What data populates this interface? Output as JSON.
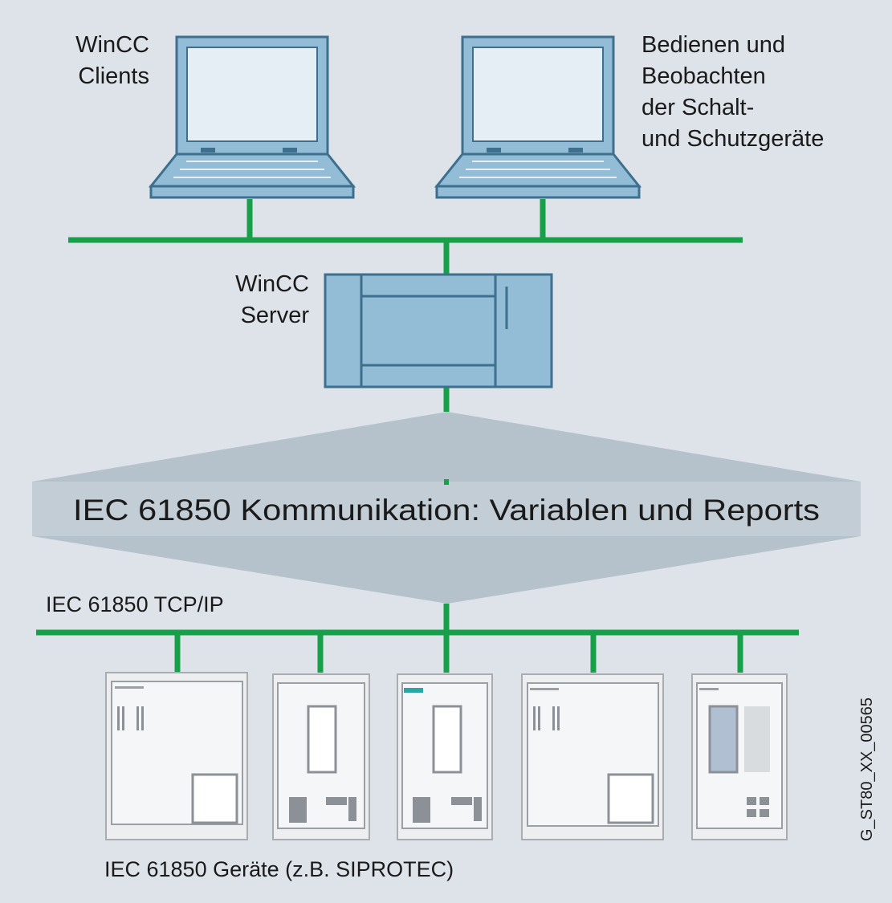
{
  "labels": {
    "wincc_clients_line1": "WinCC",
    "wincc_clients_line2": "Clients",
    "operate_line1": "Bedienen und",
    "operate_line2": "Beobachten",
    "operate_line3": "der Schalt-",
    "operate_line4": "und Schutzgeräte",
    "wincc_server_line1": "WinCC",
    "wincc_server_line2": "Server",
    "banner": "IEC 61850 Kommunikation: Variablen und Reports",
    "tcpip": "IEC 61850 TCP/IP",
    "devices": "IEC 61850 Geräte (z.B. SIPROTEC)",
    "figure_id": "G_ST80_XX_00565"
  },
  "colors": {
    "background": "#dde3e8",
    "network_line": "#17a049",
    "device_blue": "#93bcd6",
    "device_outline": "#3d6f8e",
    "banner_bar": "#c3cdd5",
    "funnel": "#b5c1cb",
    "relay_fill": "#eceef0",
    "relay_outline": "#a9adb2"
  },
  "icons": [
    "laptop-icon",
    "server-icon",
    "protection-relay-icon"
  ]
}
